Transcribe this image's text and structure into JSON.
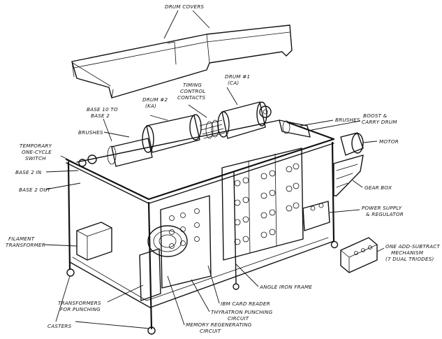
{
  "labels": {
    "drum_covers": "DRUM COVERS",
    "drum1": "DRUM #1",
    "drum1_sub": "(CA)",
    "drum2": "DRUM #2",
    "drum2_sub": "(KA)",
    "timing_1": "TIMING",
    "timing_2": "CONTROL",
    "timing_3": "CONTACTS",
    "base10_1": "BASE 10 TO",
    "base10_2": "BASE 2",
    "brushes_left": "BRUSHES",
    "brushes_right": "BRUSHES",
    "boost_1": "BOOST &",
    "boost_2": "CARRY DRUM",
    "motor": "MOTOR",
    "temp_1": "TEMPORARY",
    "temp_2": "ONE-CYCLE",
    "temp_3": "SWITCH",
    "base2_in": "BASE 2 IN",
    "base2_out": "BASE 2 OUT",
    "gear_box": "GEAR BOX",
    "power_1": "POWER SUPPLY",
    "power_2": "& REGULATOR",
    "filament_1": "FILAMENT",
    "filament_2": "TRANSFORMER",
    "addsub_1": "ONE ADD-SUBTRACT",
    "addsub_2": "MECHANISM",
    "addsub_3": "(7 DUAL TRIODES)",
    "angle_iron": "ANGLE IRON FRAME",
    "ibm": "IBM CARD READER",
    "thyratron_1": "THYRATRON PUNCHING",
    "thyratron_2": "CIRCUIT",
    "transformers_1": "TRANSFORMERS",
    "transformers_2": "FOR PUNCHING",
    "casters": "CASTERS",
    "memory_1": "MEMORY REGENERATING",
    "memory_2": "CIRCUIT"
  }
}
